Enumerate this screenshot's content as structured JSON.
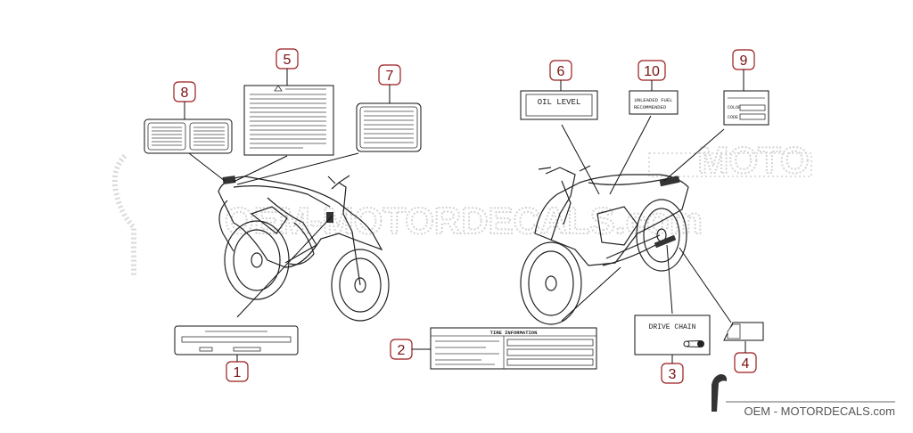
{
  "watermark": {
    "text": "OEM-MOTORDECALS.com",
    "partial_text": "MOTO"
  },
  "callouts": [
    "1",
    "2",
    "3",
    "4",
    "5",
    "6",
    "7",
    "8",
    "9",
    "10"
  ],
  "labels": {
    "oil_level": "OIL LEVEL",
    "unleaded_line1": "UNLEADED FUEL",
    "unleaded_line2": "RECOMMENDED",
    "color_field": "COLOR",
    "code_field": "CODE",
    "tire_information": "TIRE INFORMATION",
    "drive_chain": "DRIVE CHAIN"
  },
  "brand": {
    "text": "OEM - MOTORDECALS.com"
  }
}
